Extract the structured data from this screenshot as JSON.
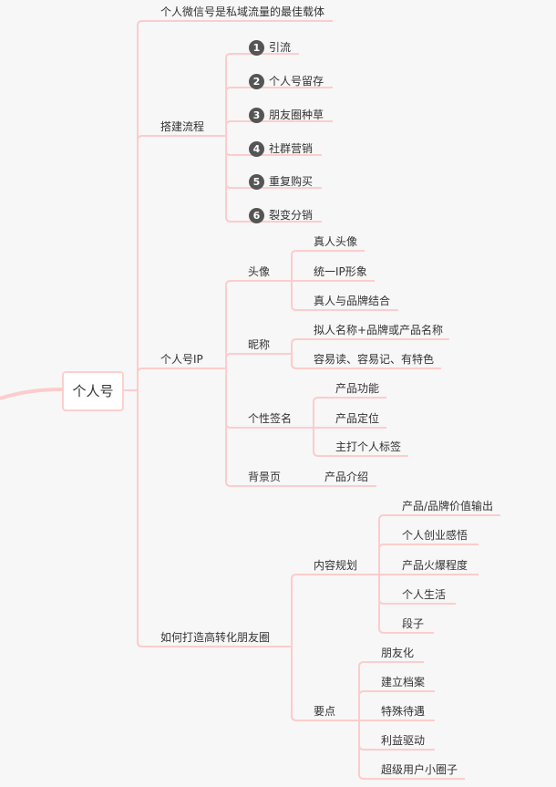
{
  "root": "个人号",
  "branches": {
    "slogan": "个人微信号是私域流量的最佳载体",
    "build": {
      "label": "搭建流程",
      "steps": [
        {
          "num": "1",
          "label": "引流"
        },
        {
          "num": "2",
          "label": "个人号留存"
        },
        {
          "num": "3",
          "label": "朋友圈种草"
        },
        {
          "num": "4",
          "label": "社群营销"
        },
        {
          "num": "5",
          "label": "重复购买"
        },
        {
          "num": "6",
          "label": "裂变分销"
        }
      ]
    },
    "ip": {
      "label": "个人号IP",
      "avatar": {
        "label": "头像",
        "items": [
          "真人头像",
          "统一IP形象",
          "真人与品牌结合"
        ]
      },
      "nickname": {
        "label": "昵称",
        "items": [
          "拟人名称+品牌或产品名称",
          "容易读、容易记、有特色"
        ]
      },
      "signature": {
        "label": "个性签名",
        "items": [
          "产品功能",
          "产品定位",
          "主打个人标签"
        ]
      },
      "background": {
        "label": "背景页",
        "items": [
          "产品介绍"
        ]
      }
    },
    "moments": {
      "label": "如何打造高转化朋友圈",
      "content": {
        "label": "内容规划",
        "items": [
          "产品/品牌价值输出",
          "个人创业感悟",
          "产品火爆程度",
          "个人生活",
          "段子"
        ]
      },
      "points": {
        "label": "要点",
        "items": [
          "朋友化",
          "建立档案",
          "特殊待遇",
          "利益驱动",
          "超级用户小圈子"
        ]
      }
    }
  },
  "colors": {
    "line": "#fdcccc",
    "background": "#f7f7f7",
    "number_badge": "#555555"
  }
}
